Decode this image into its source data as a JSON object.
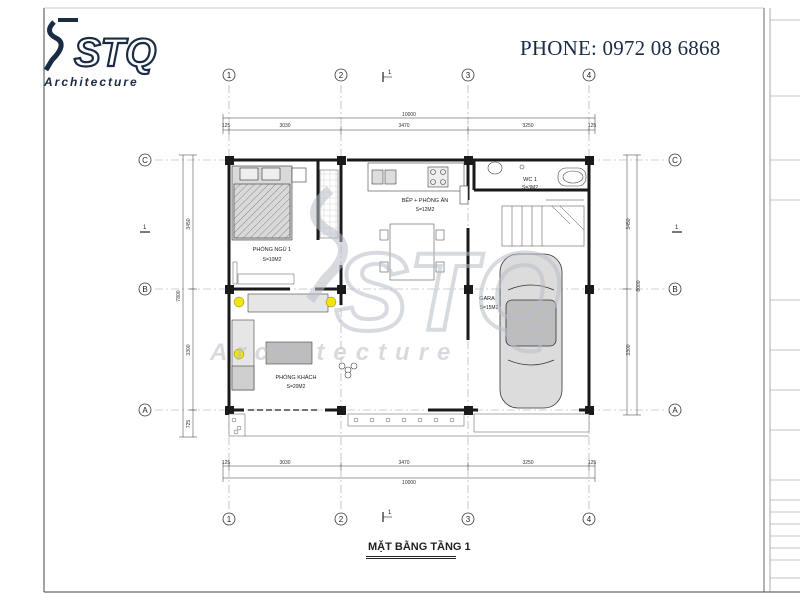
{
  "header": {
    "phone_label": "PHONE:",
    "phone_number": "0972 08 6868",
    "logo_letters": "STQ",
    "logo_tagline": "Architecture"
  },
  "plan": {
    "title": "MẶT BẰNG TẦNG 1",
    "grid_columns": [
      "1",
      "2",
      "3",
      "4"
    ],
    "grid_rows": [
      "C",
      "B",
      "A"
    ],
    "dimensions_top": [
      "125",
      "3030",
      "3470",
      "3250",
      "125"
    ],
    "overall_width": "10000",
    "dimensions_bottom": [
      "125",
      "3030",
      "3470",
      "3250",
      "125"
    ],
    "overall_width_bottom": "10000",
    "dimensions_left": [
      "3450",
      "7800",
      "3300",
      "725"
    ],
    "dimensions_right": [
      "3450",
      "8000",
      "3300"
    ],
    "rooms": [
      {
        "name": "PHÒNG NGỦ 1",
        "area": "S=10M2"
      },
      {
        "name": "BẾP + PHÒNG ĂN",
        "area": "S=12M2"
      },
      {
        "name": "WC 1",
        "area": "S=3M2"
      },
      {
        "name": "GARA",
        "area": "S=15M2"
      },
      {
        "name": "PHÒNG KHÁCH",
        "area": "S=20M2"
      }
    ],
    "section_marks": [
      "1"
    ]
  },
  "watermark": {
    "letters": "STQ",
    "tagline": "Architecture"
  },
  "colors": {
    "wall": "#1a1a1a",
    "grid_line": "#9aa0a6",
    "watermark": "#b8bec8",
    "phone": "#1a2b44",
    "lamp": "#f2e600"
  }
}
